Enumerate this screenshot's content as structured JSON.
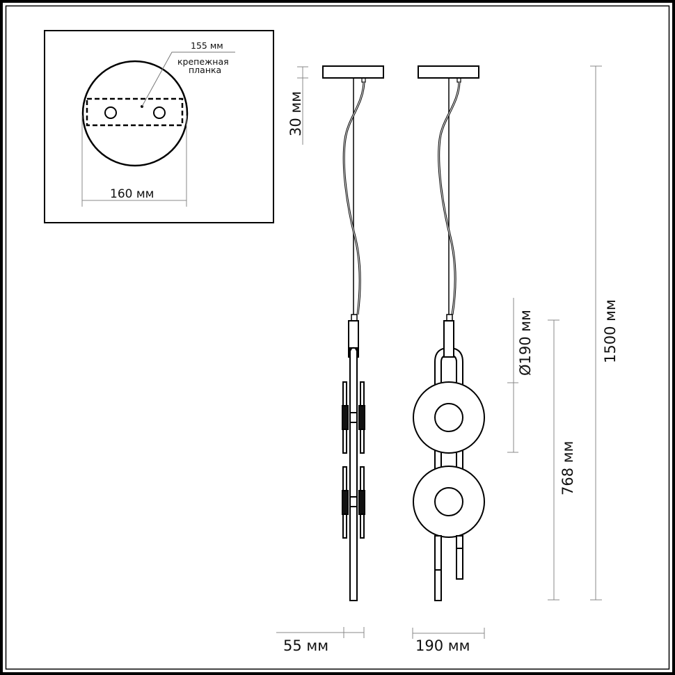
{
  "drawing": {
    "type": "pendant-lamp-dimension-drawing",
    "colors": {
      "stroke": "#000000",
      "dimension_line": "#777777",
      "background": "#ffffff"
    }
  },
  "canopy_detail": {
    "plate_width_label": "155 мм",
    "plate_name_line1": "крепежная",
    "plate_name_line2": "планка",
    "canopy_diameter_label": "160 мм"
  },
  "dimensions": {
    "canopy_height": "30 мм",
    "shade_diameter": "Ø190 мм",
    "body_length": "768 мм",
    "total_height": "1500 мм",
    "side_depth": "55 мм",
    "front_width": "190 мм"
  },
  "views": [
    {
      "name": "side-view"
    },
    {
      "name": "front-view"
    }
  ]
}
